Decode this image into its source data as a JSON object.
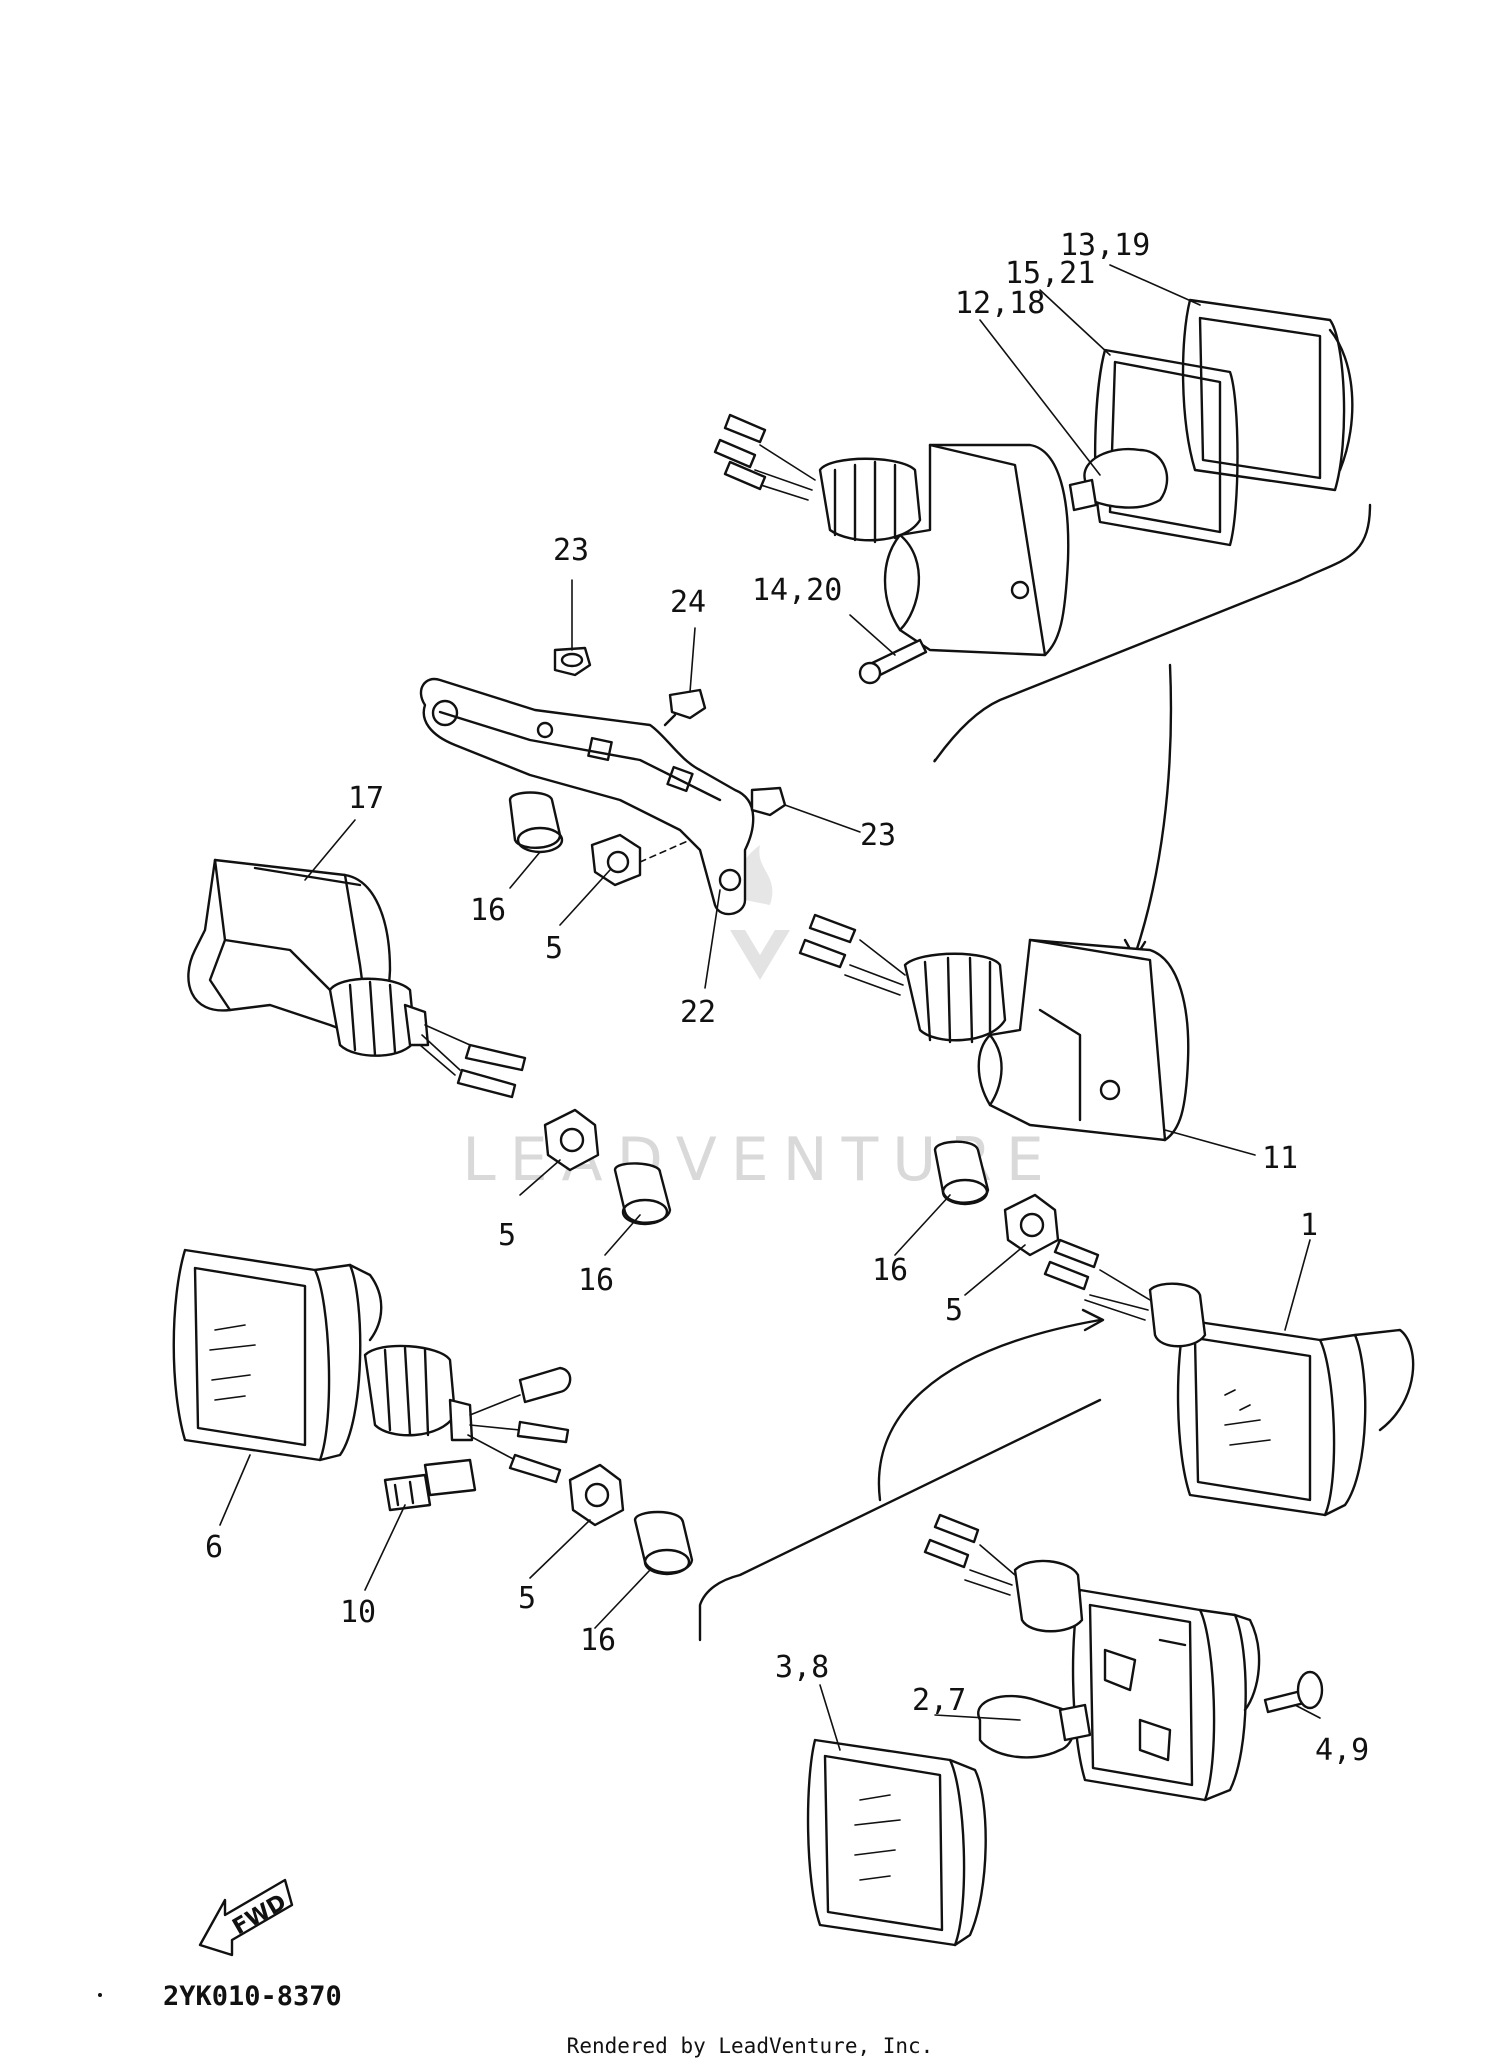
{
  "diagram_code": "2YK010-8370",
  "fwd_label": "FWD",
  "watermark": "LEADVENTURE",
  "footer": "Rendered by LeadVenture, Inc.",
  "callouts": {
    "c1319": "13,19",
    "c1521": "15,21",
    "c1218": "12,18",
    "c23a": "23",
    "c24": "24",
    "c1420": "14,20",
    "c17": "17",
    "c23b": "23",
    "c16a": "16",
    "c5a": "5",
    "c22": "22",
    "c11": "11",
    "c5b": "5",
    "c16b": "16",
    "c16c": "16",
    "c5c": "5",
    "c1": "1",
    "c6": "6",
    "c10": "10",
    "c5d": "5",
    "c16d": "16",
    "c27": "2,7",
    "c38": "3,8",
    "c49": "4,9"
  }
}
